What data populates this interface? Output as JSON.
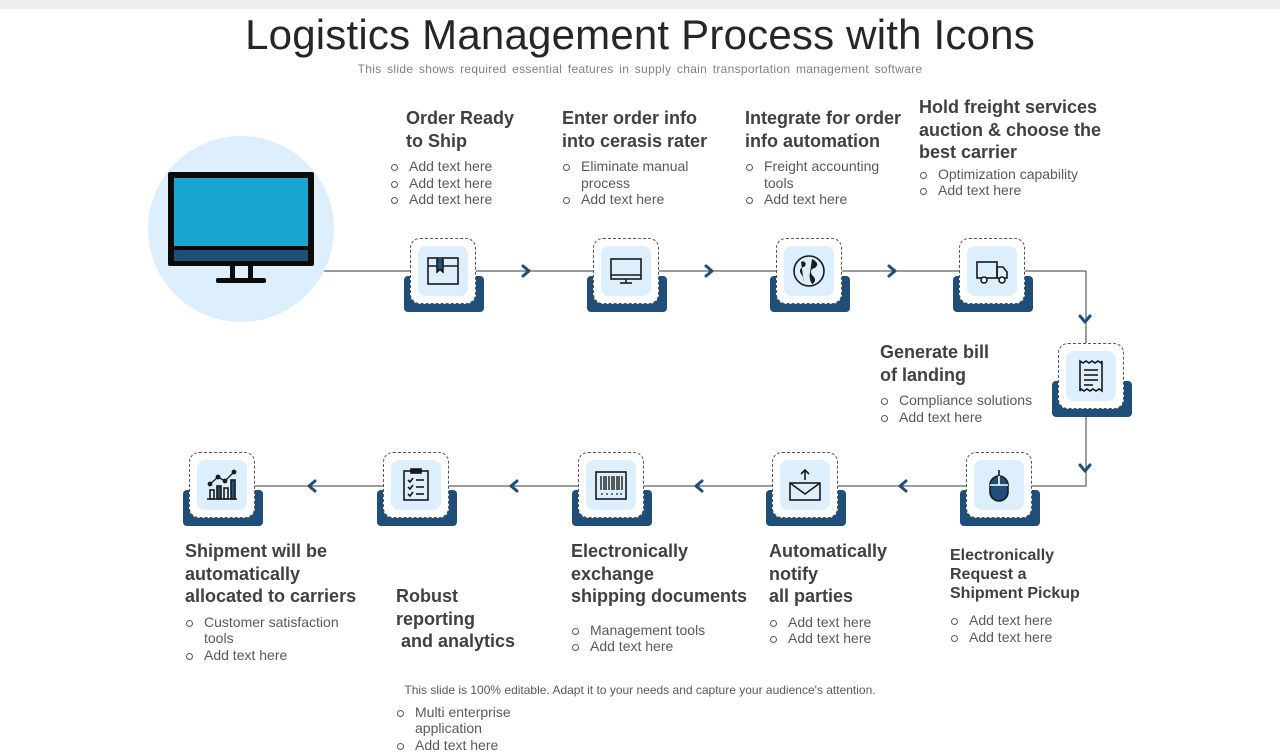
{
  "title": "Logistics Management Process with Icons",
  "subtitle": "This slide shows required essential features in supply chain transportation management software",
  "footer": "This slide is 100% editable. Adapt it to your needs and capture your audience's attention.",
  "colors": {
    "accent": "#1f4e79",
    "light": "#ddeefc",
    "screen": "#1ba6d0",
    "text": "#404040"
  },
  "steps": [
    {
      "icon": "package-icon",
      "title_lines": [
        "Order Ready",
        "to Ship"
      ],
      "bullets": [
        "Add text here",
        "Add text here",
        "Add text here"
      ]
    },
    {
      "icon": "monitor-icon",
      "title_lines": [
        "Enter order info",
        "into cerasis rater"
      ],
      "bullets": [
        "Eliminate manual process",
        "Add text here"
      ]
    },
    {
      "icon": "globe-icon",
      "title_lines": [
        "Integrate for order",
        "info automation"
      ],
      "bullets": [
        "Freight accounting tools",
        "Add text here"
      ]
    },
    {
      "icon": "truck-icon",
      "title_lines": [
        "Hold freight services",
        "auction & choose the",
        "best carrier"
      ],
      "bullets": [
        "Optimization capability",
        "Add text here"
      ]
    },
    {
      "icon": "receipt-icon",
      "title_lines": [
        "Generate bill",
        "of landing"
      ],
      "bullets": [
        "Compliance solutions",
        "Add text here"
      ]
    },
    {
      "icon": "mouse-icon",
      "title_lines": [
        "Electronically",
        "Request a",
        "Shipment Pickup"
      ],
      "bullets": [
        "Add text here",
        "Add text here"
      ]
    },
    {
      "icon": "mail-icon",
      "title_lines": [
        "Automatically",
        "notify",
        "all parties"
      ],
      "bullets": [
        "Add text here",
        "Add text here"
      ]
    },
    {
      "icon": "barcode-icon",
      "title_lines": [
        "Electronically",
        "exchange",
        "shipping documents"
      ],
      "bullets": [
        "Management tools",
        "Add text here"
      ]
    },
    {
      "icon": "checklist-icon",
      "title_lines": [
        "Robust",
        "reporting",
        " and analytics"
      ],
      "bullets": [
        "Multi enterprise application",
        "Add text here"
      ]
    },
    {
      "icon": "chart-icon",
      "title_lines": [
        "Shipment will be",
        "automatically",
        "allocated to carriers"
      ],
      "bullets": [
        "Customer satisfaction tools",
        "Add text here"
      ]
    }
  ]
}
